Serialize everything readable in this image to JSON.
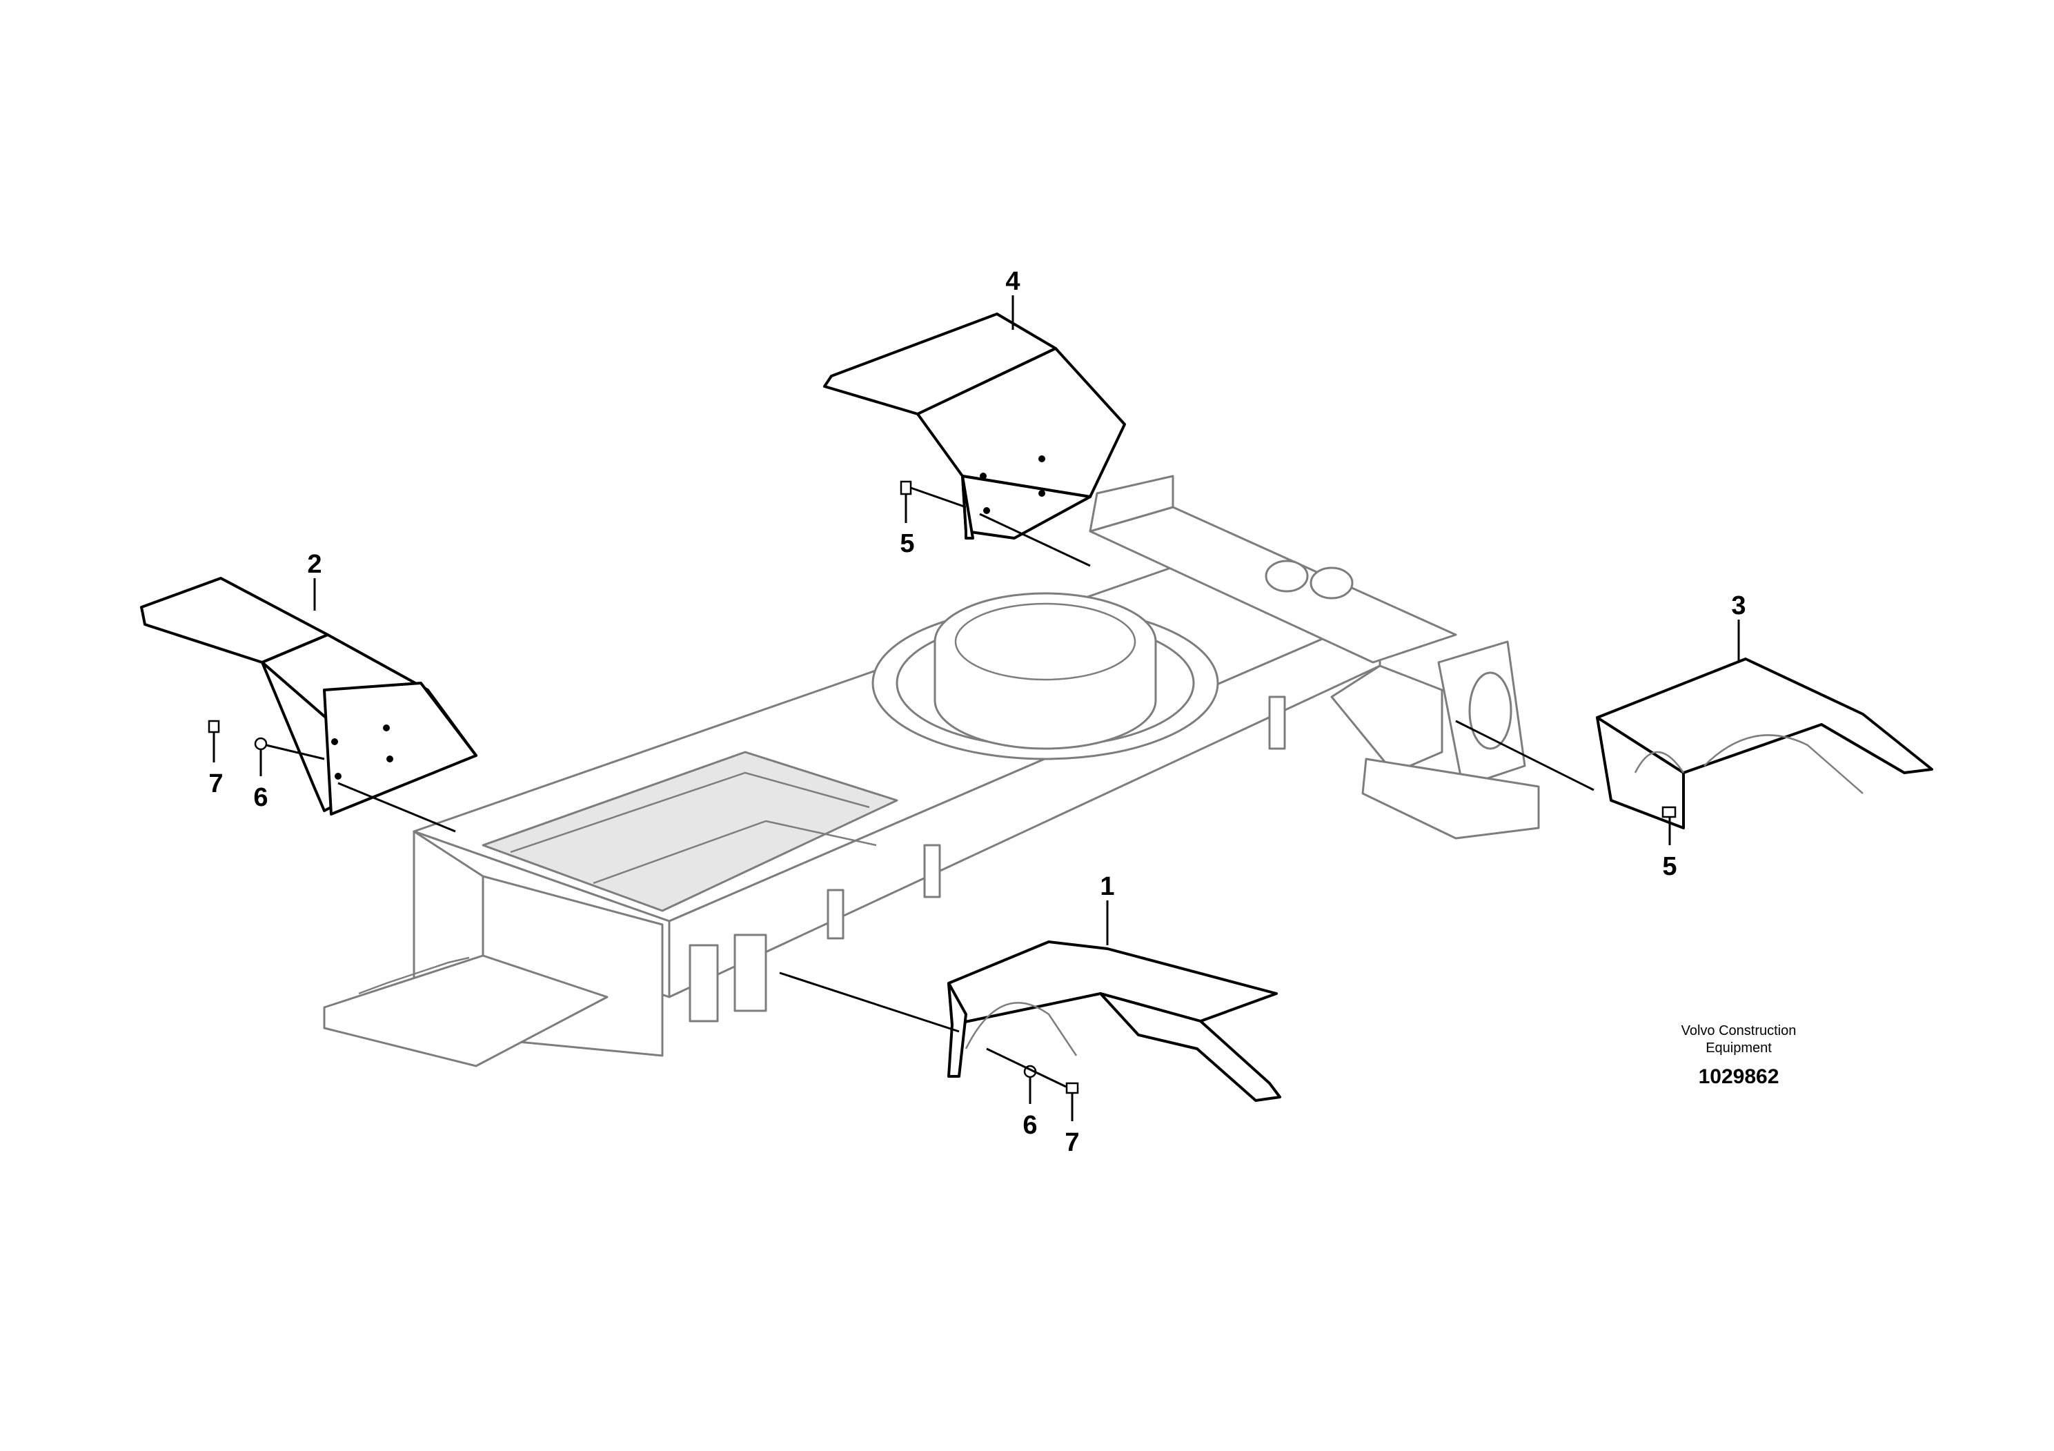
{
  "callouts": {
    "part_1": "1",
    "part_2": "2",
    "part_3": "3",
    "part_4": "4",
    "bolt_5_top": "5",
    "bolt_5_right": "5",
    "washer_6_left": "6",
    "bolt_7_left": "7",
    "washer_6_bottom": "6",
    "bolt_7_bottom": "7"
  },
  "brand": {
    "line1": "Volvo Construction",
    "line2": "Equipment"
  },
  "reference_number": "1029862",
  "colors": {
    "outline": "#000000",
    "frame_line": "#7d7d7d",
    "background": "#ffffff"
  }
}
